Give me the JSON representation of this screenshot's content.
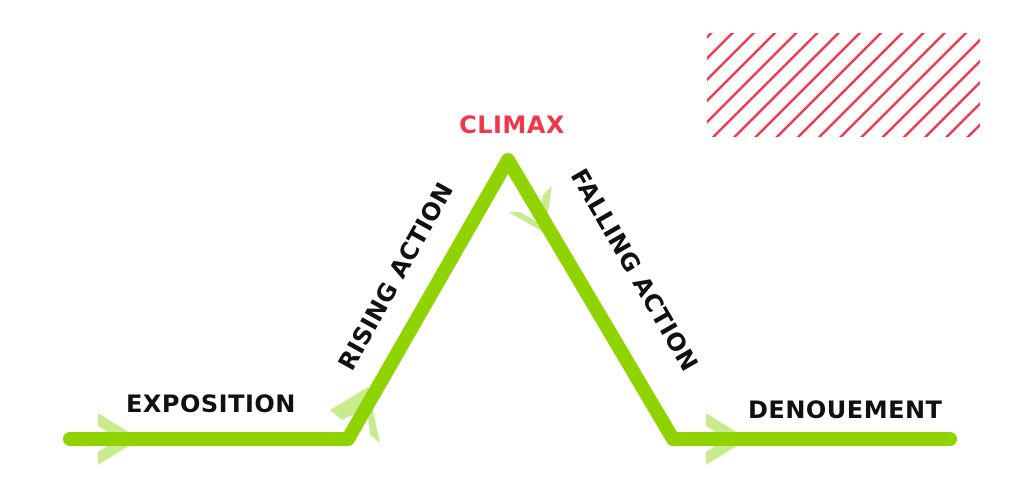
{
  "diagram": {
    "title": "Plot structure (Freytag's pyramid)",
    "stages": {
      "exposition": "EXPOSITION",
      "rising_action": "RISING ACTION",
      "climax": "CLIMAX",
      "falling_action": "FALLING ACTION",
      "denouement": "DENOUEMENT"
    },
    "colors": {
      "line": "#8fd400",
      "arrow": "#c8eb8f",
      "climax_text": "#f0384a",
      "label_text": "#111111",
      "hatch": "#f0384a"
    }
  }
}
